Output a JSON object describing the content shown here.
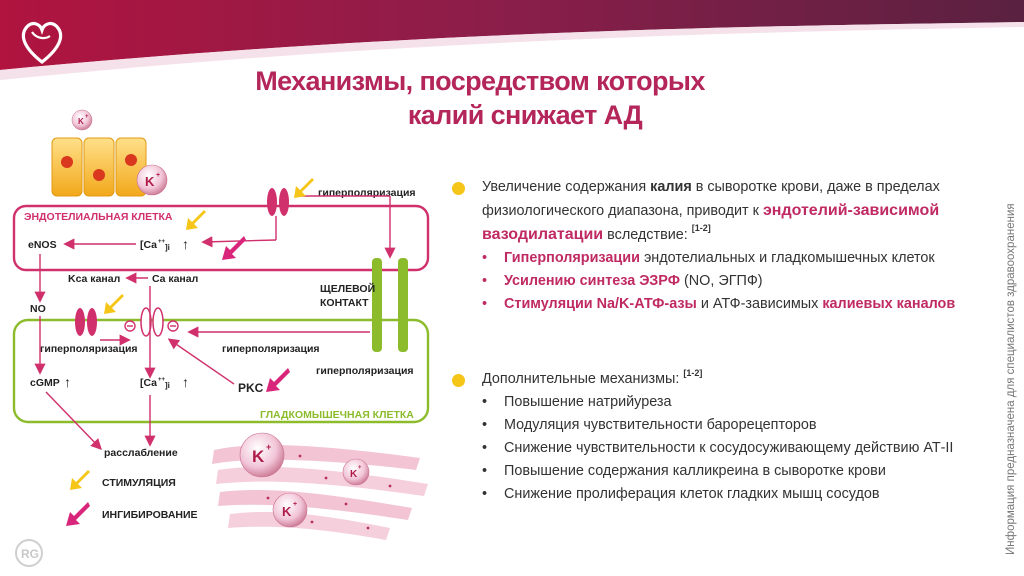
{
  "title": {
    "line1": "Механизмы, посредством которых",
    "line2": "калий снижает АД"
  },
  "diagram": {
    "ion_small": "K",
    "ion_small_sup": "+",
    "ion_big": "K",
    "ion_big_sup": "+",
    "endothelial_cell": "ЭНДОТЕЛИАЛЬНАЯ КЛЕТКА",
    "smooth_muscle_cell": "ГЛАДКОМЫШЕЧНАЯ КЛЕТКА",
    "enos": "eNOS",
    "ca_endo": "[Ca",
    "ca_endo_sup": "++",
    "ca_endo_sub": "]i",
    "kca_channel": "Kса канал",
    "ca_channel": "Ca канал",
    "no": "NO",
    "cgmp": "cGMP",
    "ca_smc": "[Ca",
    "ca_smc_sup": "++",
    "ca_smc_sub": "]i",
    "hyperpol_top": "гиперполяризация",
    "hyperpol_left": "гиперполяризация",
    "hyperpol_mid": "гиперполяризация",
    "hyperpol_right": "гиперполяризация",
    "gap_junction_1": "ЩЕЛЕВОЙ",
    "gap_junction_2": "КОНТАКТ",
    "pkc": "PKC",
    "relaxation": "расслабление",
    "legend_stim": "СТИМУЛЯЦИЯ",
    "legend_inhib": "ИНГИБИРОВАНИЕ",
    "up_arrow": "↑",
    "colors": {
      "pink": "#d0306c",
      "green": "#8cbc2c",
      "yellow": "#f5c518",
      "magenta_arrow": "#d8267a"
    }
  },
  "para1": {
    "t1": "Увеличение содержания ",
    "t2": "калия",
    "t3": " в сыворотке крови, даже в пределах физиологического диапазона, приводит к ",
    "t4": "эндотелий-зависимой вазодилатации",
    "t5": " вследствие: ",
    "ref": "[1-2]",
    "items": [
      {
        "hl": "Гиперполяризации",
        "rest": " эндотелиальных и гладкомышечных клеток"
      },
      {
        "hl": "Усилению синтеза ЭЗРФ",
        "rest": " (NO, ЭГПФ)"
      },
      {
        "hl": "Стимуляции Na/K-АТФ-азы",
        "rest": " и АТФ-зависимых ",
        "hl2": "калиевых каналов"
      }
    ]
  },
  "para2": {
    "title": "Дополнительные механизмы: ",
    "ref": "[1-2]",
    "items": [
      "Повышение натрийуреза",
      "Модуляция чувствительности барорецепторов",
      "Снижение чувствительности к сосудосуживающему действию АТ-II",
      "Повышение содержания калликреина в сыворотке крови",
      "Снижение пролиферация клеток гладких мышц сосудов"
    ]
  },
  "side_note": "Информация предназначена для специалистов здравоохранения",
  "rg_logo": "RG"
}
